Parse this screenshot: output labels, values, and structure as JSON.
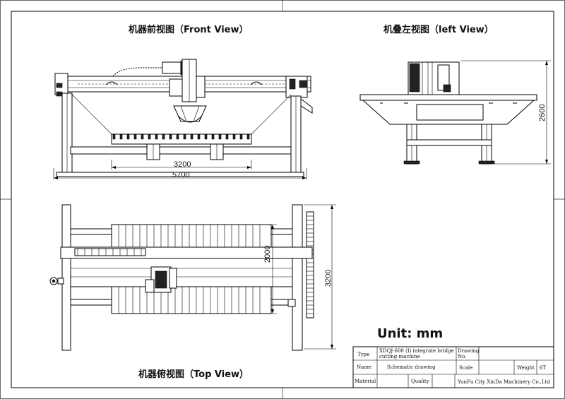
{
  "views": {
    "front": {
      "title": "机器前视图（Front View）",
      "dim_inner": "3200",
      "dim_outer": "5700"
    },
    "left": {
      "title": "机叠左视图（left View）",
      "dim_height": "2600"
    },
    "top": {
      "title": "机器俯视图（Top View）",
      "dim_width": "2000",
      "dim_depth": "3200"
    }
  },
  "unit_label": "Unit: mm",
  "title_block": {
    "type_label": "Type",
    "type_value": "XDQJ-600 (I)  integrate bridge cutting machine",
    "type_value_line1": "XDQJ-600 (I)  integrate bridge",
    "type_value_line2": "cutting machine",
    "drawing_no_label_1": "Drawing",
    "drawing_no_label_2": "No.",
    "name_label": "Name",
    "name_value": "Schematic drawing",
    "scale_label": "Scale",
    "weight_label": "Weight",
    "weight_value": "6T",
    "material_label": "Material",
    "quality_label": "Quality",
    "company": "YunFu City XinDa Machinery Co.,Ltd"
  }
}
